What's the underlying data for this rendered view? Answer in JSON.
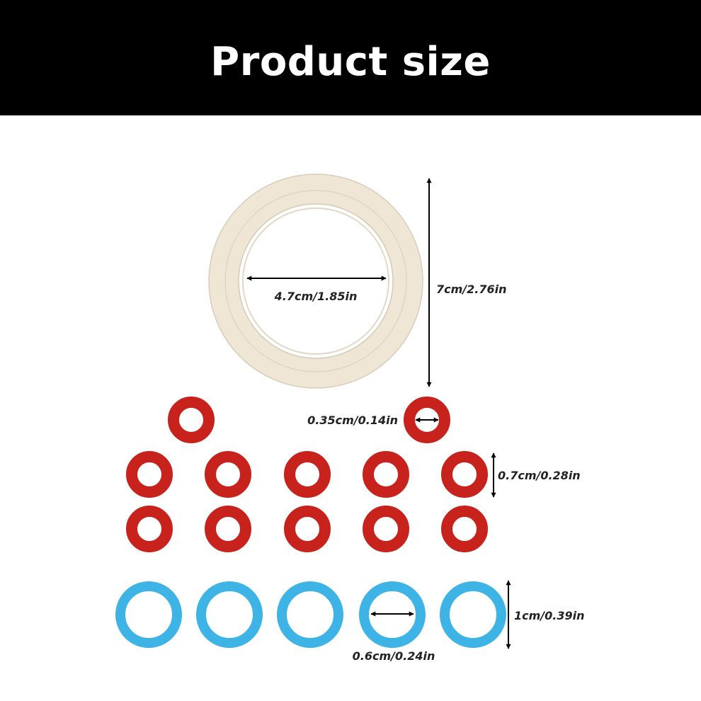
{
  "banner": {
    "title": "Product size"
  },
  "colors": {
    "banner_bg": "#000000",
    "banner_text": "#ffffff",
    "gasket": "#efe6d6",
    "red_ring": "#c8221d",
    "blue_ring": "#3eb3e6",
    "arrow": "#000000"
  },
  "gasket": {
    "inner_diameter_label": "4.7cm/1.85in",
    "outer_diameter_label": "7cm/2.76in"
  },
  "red_rings": {
    "count": 12,
    "hole_label": "0.35cm/0.14in",
    "outer_label": "0.7cm/0.28in"
  },
  "blue_rings": {
    "count": 5,
    "hole_label": "0.6cm/0.24in",
    "outer_label": "1cm/0.39in"
  }
}
